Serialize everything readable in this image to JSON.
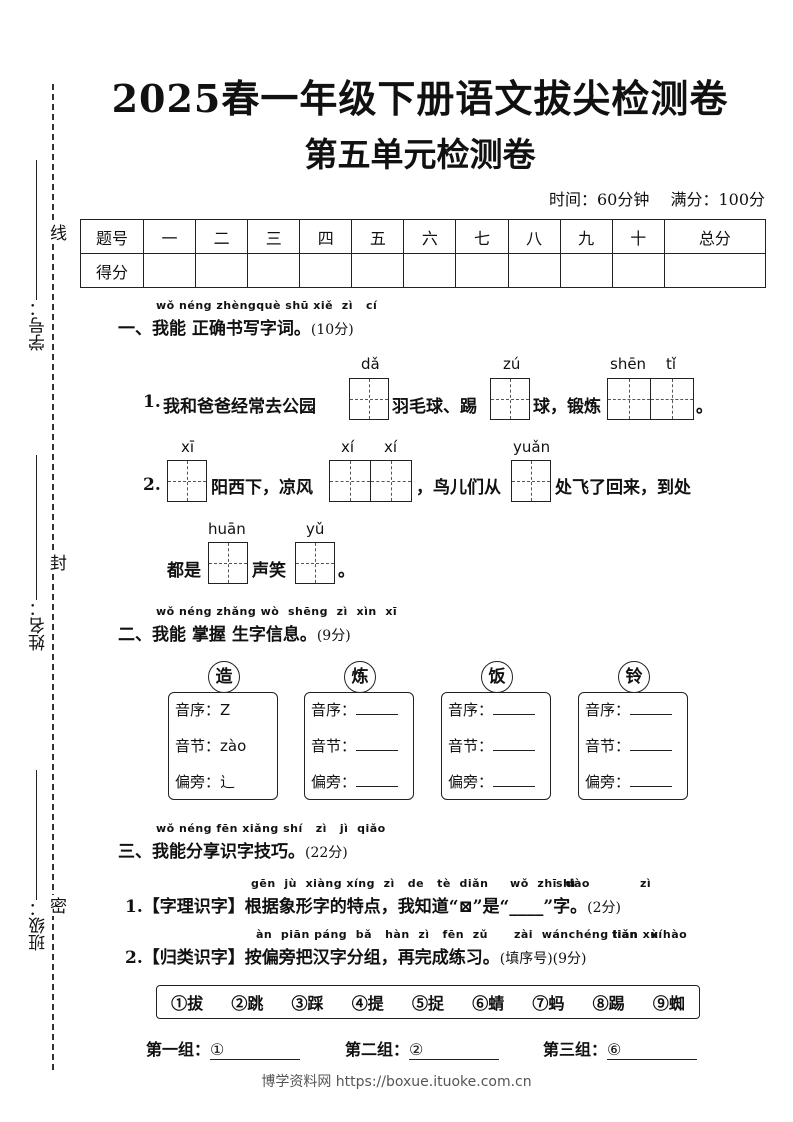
{
  "title": "2025春一年级下册语文拔尖检测卷",
  "subtitle": "第五单元检测卷",
  "time_info": "时间：60分钟",
  "score_info": "满分：100分",
  "binding": {
    "student_id": "学号：",
    "name": "姓名：",
    "class": "班级：",
    "marks": [
      "线",
      "封",
      "密"
    ]
  },
  "score_table": {
    "row1": [
      "题号",
      "一",
      "二",
      "三",
      "四",
      "五",
      "六",
      "七",
      "八",
      "九",
      "十",
      "总分"
    ],
    "row2_label": "得分"
  },
  "section1": {
    "pinyin": "wǒ néng zhèngquè shū xiě  zì   cí",
    "title": "一、我能 正确书写字词。",
    "points": "(10分)",
    "q1": {
      "num": "1.",
      "t1": "我和爸爸经常去公园",
      "t2": "羽毛球、踢",
      "t3": "球，锻炼",
      "t4": "。",
      "py1": "dǎ",
      "py2": "zú",
      "py3": "shēn",
      "py4": "tǐ"
    },
    "q2": {
      "num": "2.",
      "t1": "阳西下，凉风",
      "t2": "，鸟儿们从",
      "t3": "处飞了回来，到处",
      "t4": "都是",
      "t5": "声笑",
      "t6": "。",
      "py1": "xī",
      "py2": "xí",
      "py3": "xí",
      "py4": "yuǎn",
      "py5": "huān",
      "py6": "yǔ"
    }
  },
  "section2": {
    "pinyin": "wǒ néng zhǎng wò  shēng  zì  xìn  xī",
    "title": "二、我能 掌握 生字信息。",
    "points": "(9分)",
    "label_order": "音序：",
    "label_syllable": "音节：",
    "label_radical": "偏旁：",
    "cards": [
      {
        "char": "造",
        "order": "Z",
        "syllable": "zào",
        "radical": "辶"
      },
      {
        "char": "炼",
        "order": "",
        "syllable": "",
        "radical": ""
      },
      {
        "char": "饭",
        "order": "",
        "syllable": "",
        "radical": ""
      },
      {
        "char": "铃",
        "order": "",
        "syllable": "",
        "radical": ""
      }
    ]
  },
  "section3": {
    "pinyin": "wǒ néng fēn xiǎng shí   zì   jì  qiǎo",
    "title": "三、我能分享识字技巧。",
    "points": "(22分)",
    "q1": {
      "pinyin": "gēn  jù  xiàng xíng  zì   de   tè  diǎn     wǒ  zhī  dào",
      "pinyin_shi": "shì",
      "pinyin_zi": "zì",
      "num": "1.",
      "tag": "【字理识字】",
      "text": "根据象形字的特点，我知道“",
      "glyph": "⊠",
      "text2": "”是“____”字。",
      "points": "(2分)"
    },
    "q2": {
      "pinyin": "àn  piān páng  bǎ   hàn  zì   fēn  zǔ      zài  wánchéng liàn   xí",
      "pinyin_end": "tián xù hào",
      "num": "2.",
      "tag": "【归类识字】",
      "text": "按偏旁把汉字分组，再完成练习。",
      "note": "(填序号)(9分)"
    },
    "chars": [
      "①拔",
      "②跳",
      "③踩",
      "④提",
      "⑤捉",
      "⑥蜻",
      "⑦蚂",
      "⑧踢",
      "⑨蜘"
    ],
    "groups": [
      {
        "label": "第一组：",
        "value": "①"
      },
      {
        "label": "第二组：",
        "value": "②"
      },
      {
        "label": "第三组：",
        "value": "⑥"
      }
    ]
  },
  "footer": "博学资料网 https://boxue.ituoke.com.cn"
}
